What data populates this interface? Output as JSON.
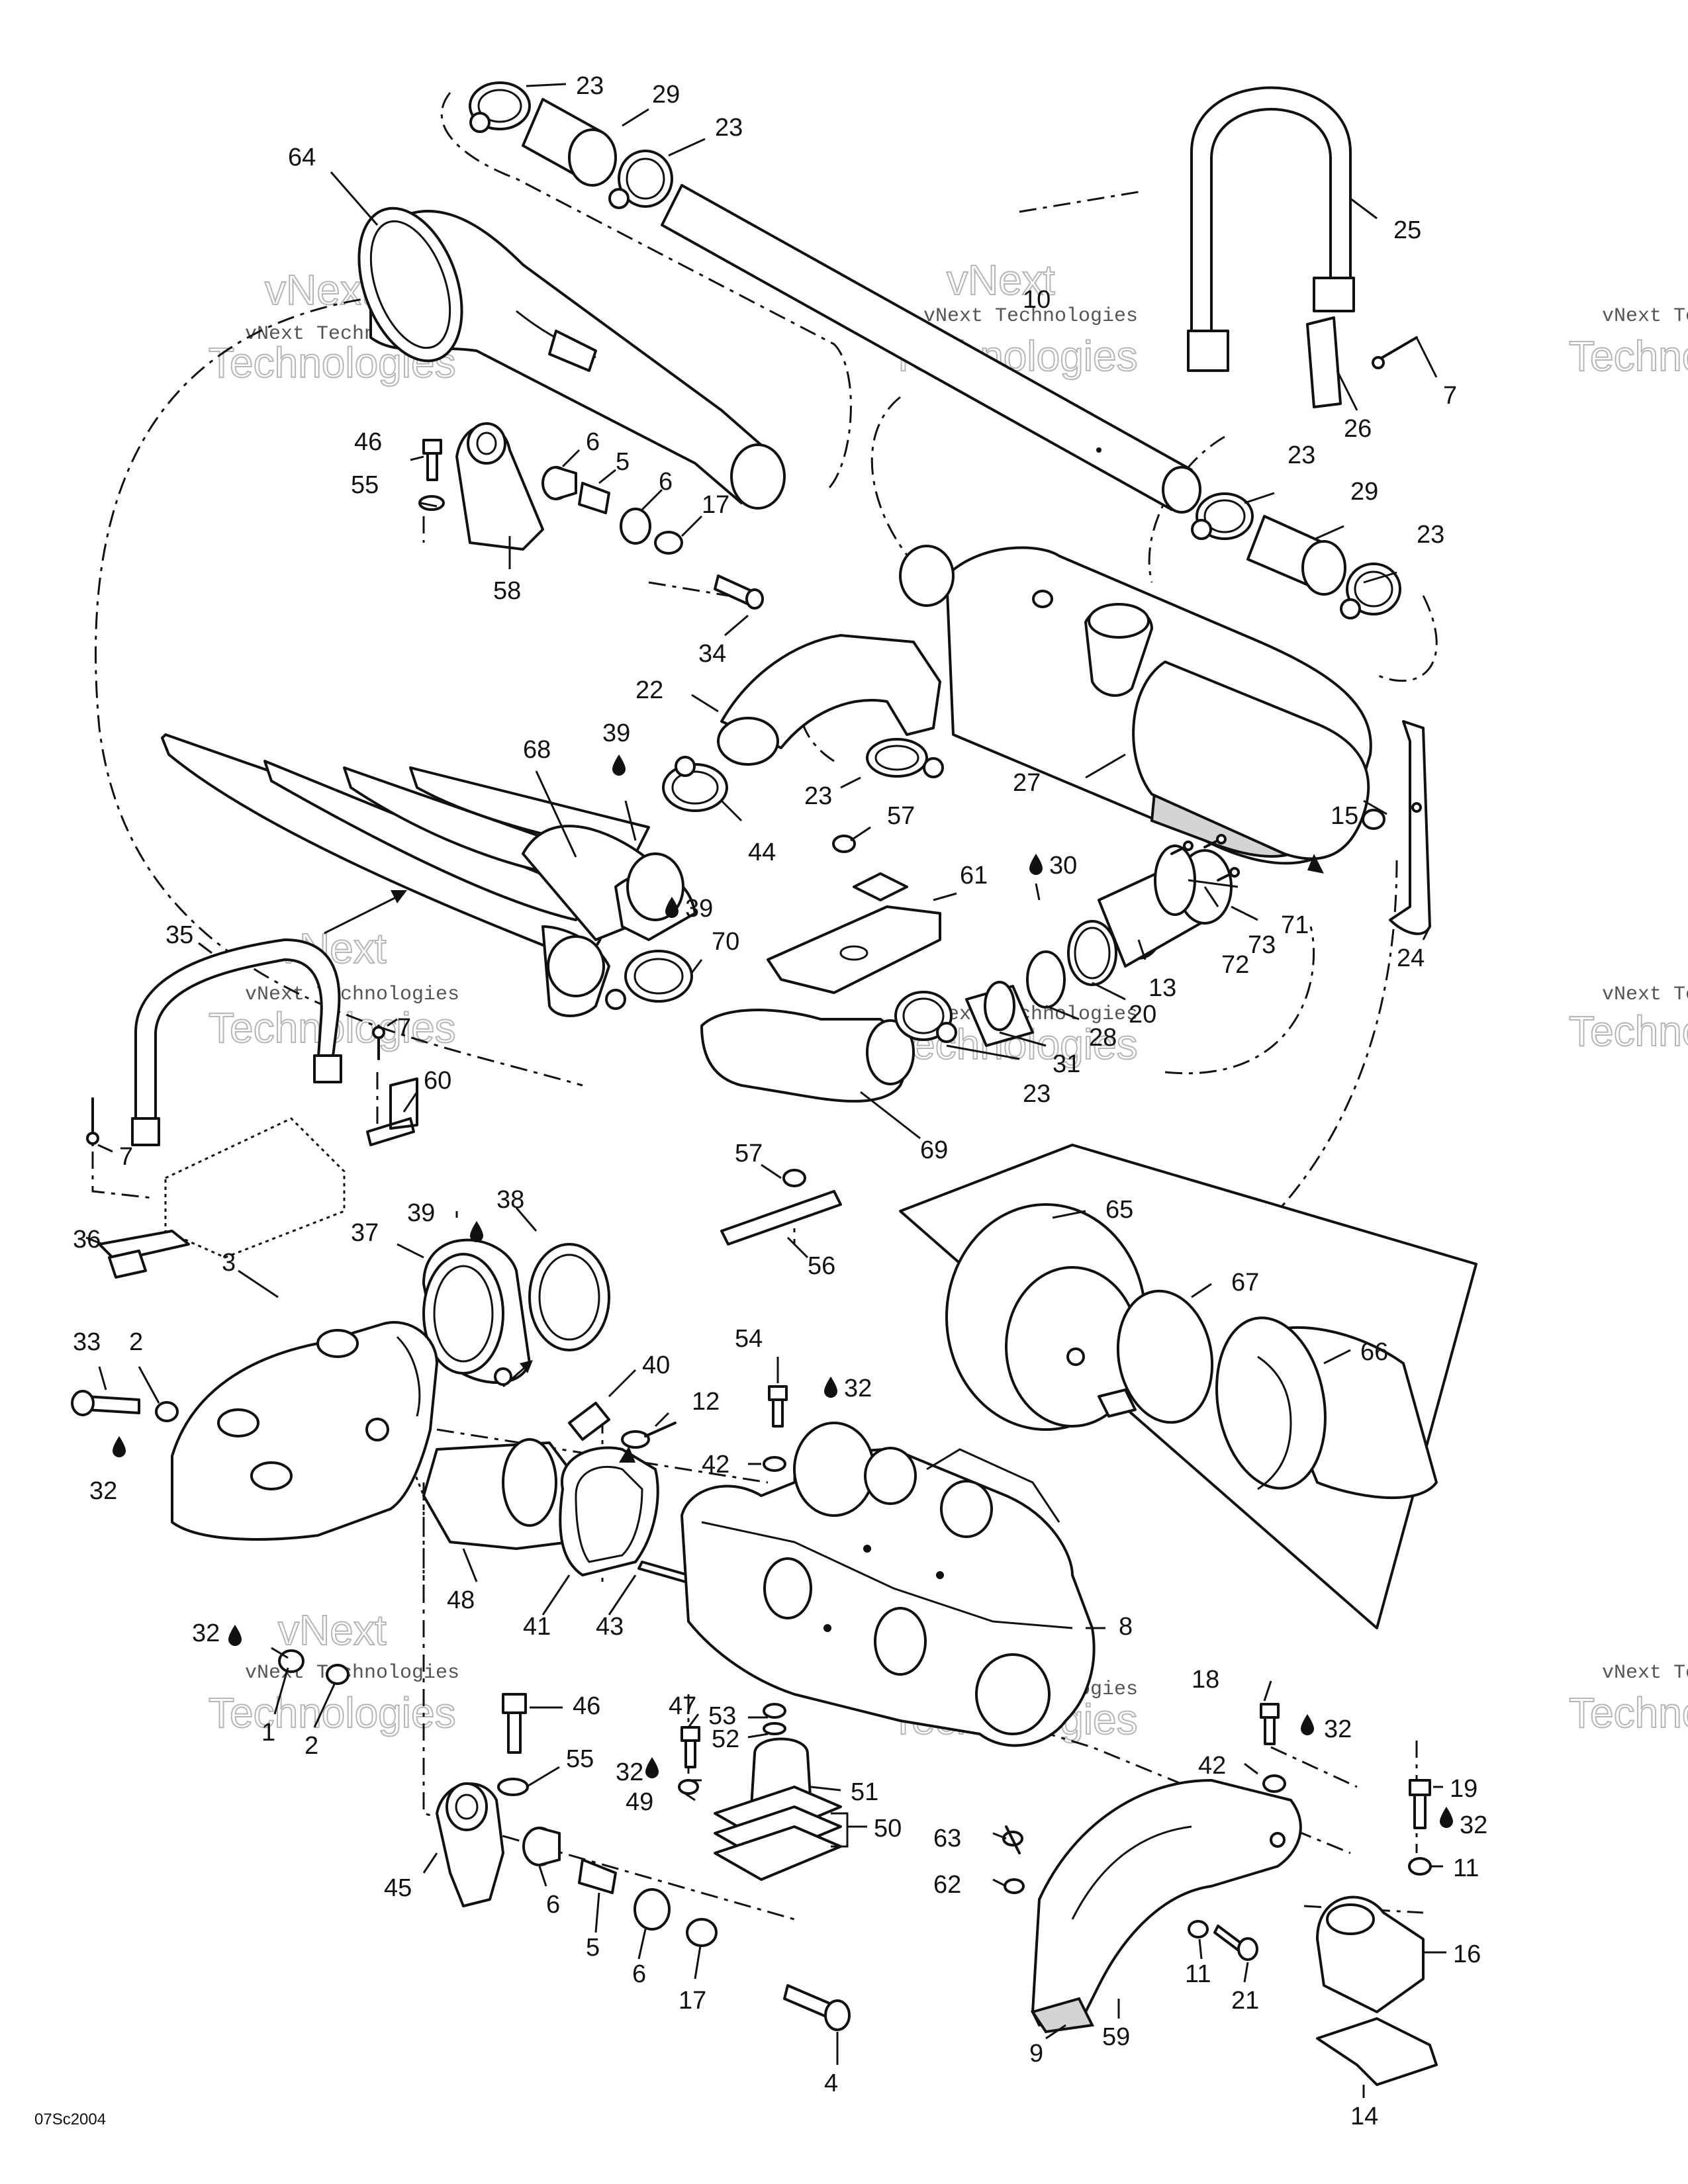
{
  "drawing_number": "07Sc2004",
  "watermark": {
    "line1": "vNext Technologies",
    "line2": "Technologies",
    "line3": "vNext"
  },
  "callouts": {
    "c23a": "23",
    "c29a": "29",
    "c23b": "23",
    "c64": "64",
    "c25": "25",
    "c10": "10",
    "c7a": "7",
    "c26": "26",
    "c46a": "46",
    "c6a": "6",
    "c5a": "5",
    "c55a": "55",
    "c6b": "6",
    "c17a": "17",
    "c58": "58",
    "c23c": "23",
    "c29b": "29",
    "c23d": "23",
    "c34": "34",
    "c22": "22",
    "c27": "27",
    "c68": "68",
    "c39a": "39",
    "c23e": "23",
    "c57a": "57",
    "c44": "44",
    "c61": "61",
    "c30": "30",
    "c15": "15",
    "c39b": "39",
    "c70": "70",
    "c71": "71",
    "c73": "73",
    "c72": "72",
    "c24": "24",
    "c35": "35",
    "c13": "13",
    "c20": "20",
    "c28": "28",
    "c31": "31",
    "c7b": "7",
    "c60": "60",
    "c23f": "23",
    "c7c": "7",
    "c69": "69",
    "c57b": "57",
    "c36": "36",
    "c56": "56",
    "c39c": "39",
    "c38": "38",
    "c37": "37",
    "c65": "65",
    "c67": "67",
    "c3": "3",
    "c33": "33",
    "c2a": "2",
    "c54": "54",
    "c32a": "32",
    "c66": "66",
    "c40": "40",
    "c12": "12",
    "c42a": "42",
    "c32b": "32",
    "c48": "48",
    "c41": "41",
    "c43": "43",
    "c8": "8",
    "c32c": "32",
    "c18": "18",
    "c32d": "32",
    "c1": "1",
    "c2b": "2",
    "c46b": "46",
    "c47": "47",
    "c53": "53",
    "c52": "52",
    "c55b": "55",
    "c32e": "32",
    "c51": "51",
    "c49": "49",
    "c42b": "42",
    "c19": "19",
    "c32f": "32",
    "c50": "50",
    "c63": "63",
    "c11a": "11",
    "c62": "62",
    "c16": "16",
    "c45": "45",
    "c6c": "6",
    "c5b": "5",
    "c6d": "6",
    "c17b": "17",
    "c11b": "11",
    "c21": "21",
    "c9": "9",
    "c59": "59",
    "c4": "4",
    "c14": "14"
  }
}
